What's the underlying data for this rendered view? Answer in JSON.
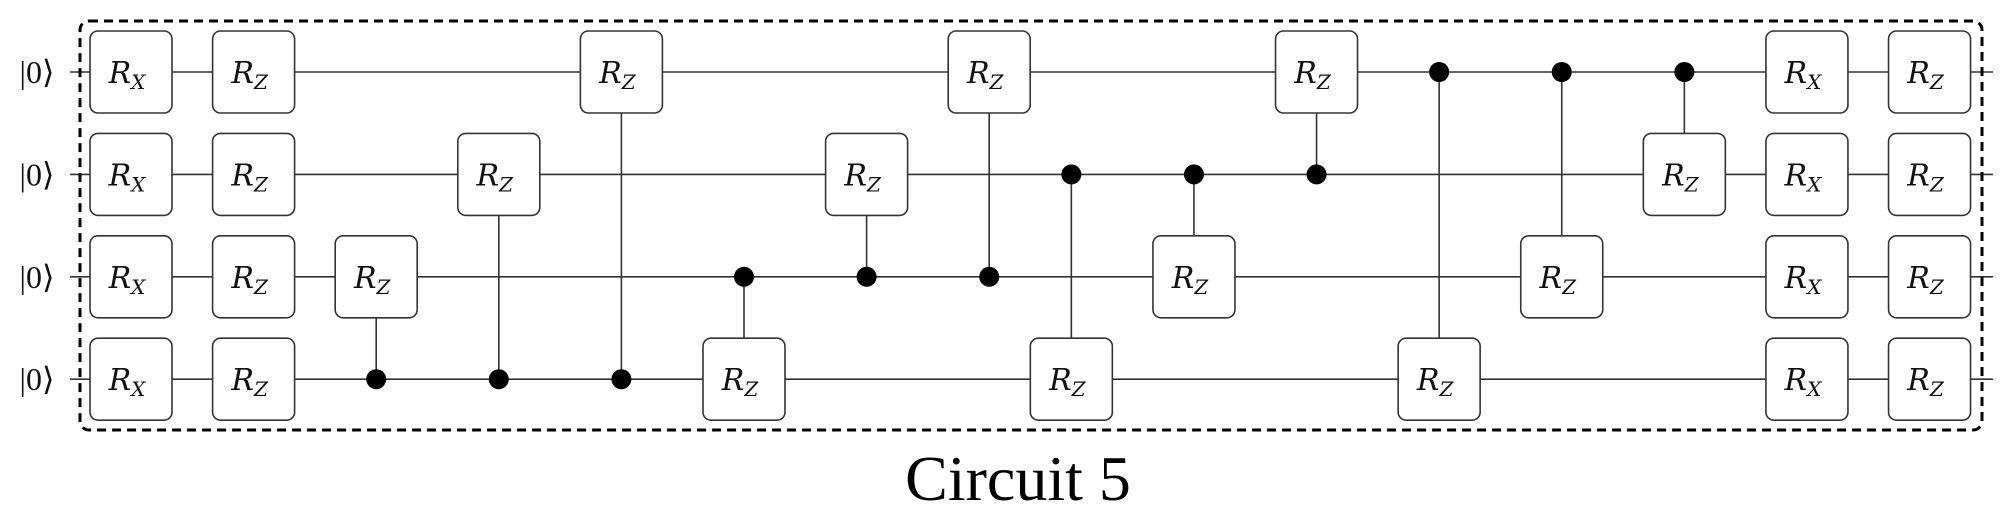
{
  "title": "Circuit 5",
  "qubits": [
    {
      "index": 0,
      "init": "|0⟩"
    },
    {
      "index": 1,
      "init": "|0⟩"
    },
    {
      "index": 2,
      "init": "|0⟩"
    },
    {
      "index": 3,
      "init": "|0⟩"
    }
  ],
  "operations": [
    {
      "step": 0,
      "type": "single",
      "gate": "R",
      "sub": "X",
      "targets": [
        0,
        1,
        2,
        3
      ]
    },
    {
      "step": 1,
      "type": "single",
      "gate": "R",
      "sub": "Z",
      "targets": [
        0,
        1,
        2,
        3
      ]
    },
    {
      "step": 2,
      "type": "controlled",
      "gate": "R",
      "sub": "Z",
      "control": 3,
      "target": 2
    },
    {
      "step": 3,
      "type": "controlled",
      "gate": "R",
      "sub": "Z",
      "control": 3,
      "target": 1
    },
    {
      "step": 4,
      "type": "controlled",
      "gate": "R",
      "sub": "Z",
      "control": 3,
      "target": 0
    },
    {
      "step": 5,
      "type": "controlled",
      "gate": "R",
      "sub": "Z",
      "control": 2,
      "target": 3
    },
    {
      "step": 6,
      "type": "controlled",
      "gate": "R",
      "sub": "Z",
      "control": 2,
      "target": 1
    },
    {
      "step": 7,
      "type": "controlled",
      "gate": "R",
      "sub": "Z",
      "control": 2,
      "target": 0
    },
    {
      "step": 7.67,
      "type": "controlled",
      "gate": "R",
      "sub": "Z",
      "control": 1,
      "target": 3
    },
    {
      "step": 8.67,
      "type": "controlled",
      "gate": "R",
      "sub": "Z",
      "control": 1,
      "target": 2
    },
    {
      "step": 9.67,
      "type": "controlled",
      "gate": "R",
      "sub": "Z",
      "control": 1,
      "target": 0
    },
    {
      "step": 10.67,
      "type": "controlled",
      "gate": "R",
      "sub": "Z",
      "control": 0,
      "target": 3
    },
    {
      "step": 11.67,
      "type": "controlled",
      "gate": "R",
      "sub": "Z",
      "control": 0,
      "target": 2
    },
    {
      "step": 12.67,
      "type": "controlled",
      "gate": "R",
      "sub": "Z",
      "control": 0,
      "target": 1
    },
    {
      "step": 13.67,
      "type": "single",
      "gate": "R",
      "sub": "X",
      "targets": [
        0,
        1,
        2,
        3
      ]
    },
    {
      "step": 14.67,
      "type": "single",
      "gate": "R",
      "sub": "Z",
      "targets": [
        0,
        1,
        2,
        3
      ]
    }
  ],
  "colors": {
    "wire": "#333333",
    "gate_stroke": "#333333",
    "gate_fill": "#ffffff",
    "control_dot": "#000000",
    "border": "#000000"
  }
}
